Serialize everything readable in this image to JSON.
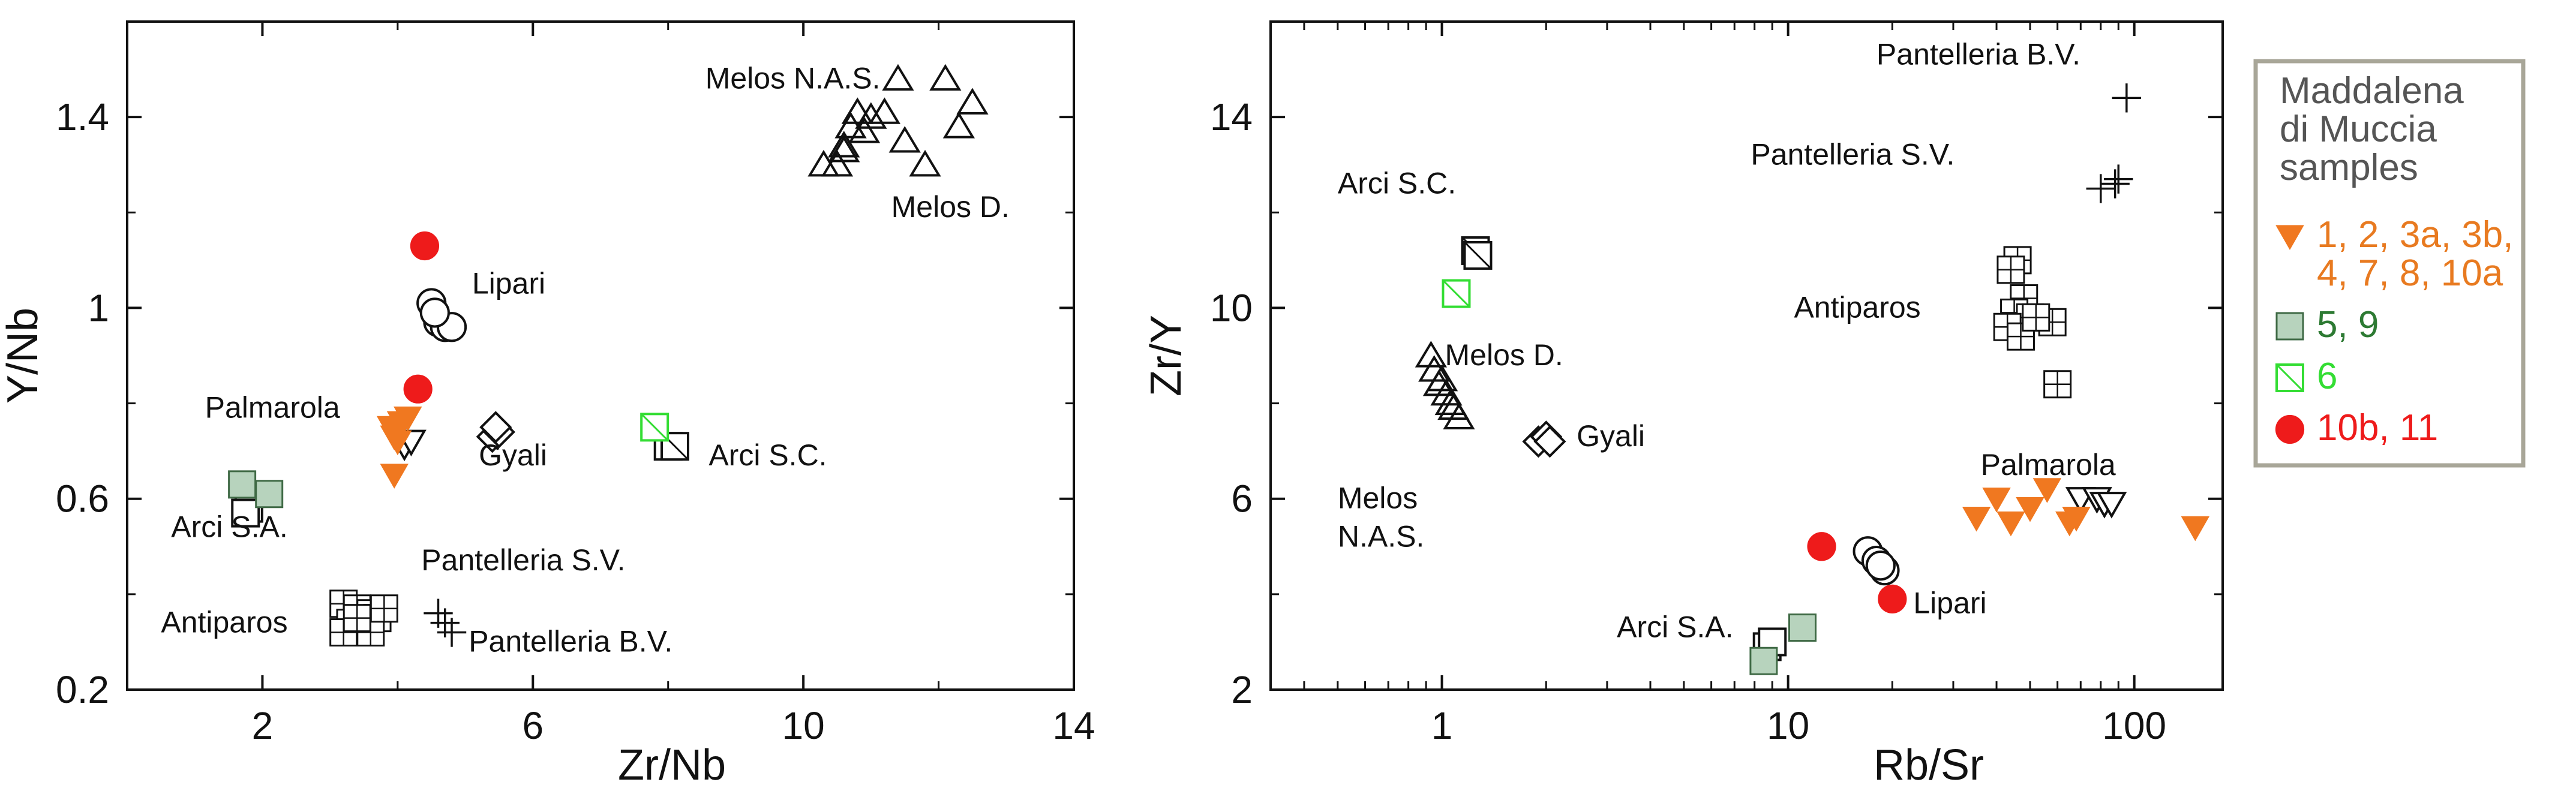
{
  "chart_data": [
    {
      "type": "scatter",
      "xlabel": "Zr/Nb",
      "ylabel": "Y/Nb",
      "x_scale": "linear",
      "y_scale": "linear",
      "xlim": [
        0,
        14
      ],
      "ylim": [
        0.2,
        1.6
      ],
      "xticks": [
        2,
        6,
        10,
        14
      ],
      "yticks": [
        0.2,
        0.6,
        1.0,
        1.4
      ],
      "series": [
        {
          "name": "1, 2, 3a, 3b, 4, 7, 8, 10a",
          "marker": "tri-down-filled",
          "color": "#f07820",
          "points": [
            [
              3.9,
              0.75
            ],
            [
              4.05,
              0.76
            ],
            [
              4.15,
              0.77
            ],
            [
              3.95,
              0.73
            ],
            [
              4.0,
              0.72
            ],
            [
              3.95,
              0.65
            ]
          ]
        },
        {
          "name": "5, 9",
          "marker": "square-filled",
          "color": "#b7d3bd",
          "points": [
            [
              1.7,
              0.63
            ],
            [
              2.1,
              0.61
            ]
          ]
        },
        {
          "name": "6",
          "marker": "square-hatch",
          "color": "#33dd33",
          "points": [
            [
              7.8,
              0.75
            ]
          ]
        },
        {
          "name": "10b, 11",
          "marker": "circle-filled",
          "color": "#ee1b1b",
          "points": [
            [
              4.4,
              1.13
            ],
            [
              4.3,
              0.83
            ]
          ]
        },
        {
          "marker": "triangle-up",
          "color": "#111111",
          "points": [
            [
              10.3,
              1.3
            ],
            [
              10.5,
              1.3
            ],
            [
              10.6,
              1.34
            ],
            [
              10.7,
              1.38
            ],
            [
              10.8,
              1.41
            ],
            [
              11.0,
              1.4
            ],
            [
              11.2,
              1.41
            ],
            [
              11.4,
              1.48
            ],
            [
              11.5,
              1.35
            ],
            [
              11.8,
              1.3
            ],
            [
              12.1,
              1.48
            ],
            [
              12.3,
              1.38
            ],
            [
              12.5,
              1.43
            ],
            [
              10.9,
              1.37
            ],
            [
              10.6,
              1.33
            ]
          ]
        },
        {
          "marker": "circle-open",
          "color": "#111111",
          "points": [
            [
              4.5,
              1.01
            ],
            [
              4.6,
              0.97
            ],
            [
              4.7,
              0.96
            ],
            [
              4.8,
              0.96
            ],
            [
              4.55,
              0.99
            ]
          ]
        },
        {
          "marker": "diamond-open",
          "color": "#111111",
          "points": [
            [
              5.4,
              0.73
            ],
            [
              5.5,
              0.74
            ],
            [
              5.45,
              0.75
            ]
          ]
        },
        {
          "marker": "tri-down-open",
          "color": "#111111",
          "points": [
            [
              4.1,
              0.71
            ],
            [
              4.2,
              0.72
            ]
          ]
        },
        {
          "marker": "square-hatch",
          "color": "#111111",
          "points": [
            [
              8.0,
              0.71
            ],
            [
              8.1,
              0.71
            ]
          ]
        },
        {
          "marker": "square-open",
          "color": "#111111",
          "points": [
            [
              1.8,
              0.58
            ],
            [
              1.75,
              0.57
            ]
          ]
        },
        {
          "marker": "square-grid",
          "color": "#111111",
          "points": [
            [
              3.2,
              0.38
            ],
            [
              3.4,
              0.37
            ],
            [
              3.6,
              0.36
            ],
            [
              3.3,
              0.34
            ],
            [
              3.5,
              0.33
            ],
            [
              3.7,
              0.35
            ],
            [
              3.2,
              0.32
            ],
            [
              3.6,
              0.32
            ],
            [
              3.4,
              0.35
            ],
            [
              3.8,
              0.37
            ]
          ]
        },
        {
          "marker": "plus",
          "color": "#111111",
          "points": [
            [
              4.6,
              0.36
            ],
            [
              4.8,
              0.32
            ],
            [
              4.7,
              0.34
            ]
          ]
        }
      ],
      "annotations": [
        {
          "text": "Melos N.A.S.",
          "x": 8.55,
          "y": 1.46
        },
        {
          "text": "Melos D.",
          "x": 11.3,
          "y": 1.19
        },
        {
          "text": "Lipari",
          "x": 5.1,
          "y": 1.03
        },
        {
          "text": "Palmarola",
          "x": 1.15,
          "y": 0.77
        },
        {
          "text": "Gyali",
          "x": 5.2,
          "y": 0.67
        },
        {
          "text": "Arci S.C.",
          "x": 8.6,
          "y": 0.67
        },
        {
          "text": "Arci S.A.",
          "x": 0.65,
          "y": 0.52
        },
        {
          "text": "Pantelleria S.V.",
          "x": 4.35,
          "y": 0.45
        },
        {
          "text": "Antiparos",
          "x": 0.5,
          "y": 0.32
        },
        {
          "text": "Pantelleria B.V.",
          "x": 5.05,
          "y": 0.28
        }
      ]
    },
    {
      "type": "scatter",
      "xlabel": "Rb/Sr",
      "ylabel": "Zr/Y",
      "x_scale": "log",
      "y_scale": "linear",
      "xlim": [
        0.32,
        180
      ],
      "ylim": [
        2,
        16
      ],
      "xticks": [
        1,
        10,
        100
      ],
      "yticks": [
        2,
        6,
        10,
        14
      ],
      "series": [
        {
          "name": "1, 2, 3a, 3b, 4, 7, 8, 10a",
          "marker": "tri-down-filled",
          "color": "#f07820",
          "points": [
            [
              35,
              5.6
            ],
            [
              40,
              6.0
            ],
            [
              44,
              5.5
            ],
            [
              50,
              5.8
            ],
            [
              56,
              6.2
            ],
            [
              65,
              5.5
            ],
            [
              150,
              5.4
            ],
            [
              68,
              5.6
            ]
          ]
        },
        {
          "name": "5, 9",
          "marker": "square-filled",
          "color": "#b7d3bd",
          "points": [
            [
              8.5,
              2.6
            ],
            [
              11.0,
              3.3
            ]
          ]
        },
        {
          "name": "6",
          "marker": "square-hatch",
          "color": "#33dd33",
          "points": [
            [
              1.1,
              10.3
            ]
          ]
        },
        {
          "name": "10b, 11",
          "marker": "circle-filled",
          "color": "#ee1b1b",
          "points": [
            [
              12.5,
              5.0
            ],
            [
              20,
              3.9
            ]
          ]
        },
        {
          "marker": "triangle-up",
          "color": "#111111",
          "points": [
            [
              0.93,
              9.0
            ],
            [
              0.95,
              8.7
            ],
            [
              1.0,
              8.5
            ],
            [
              1.03,
              8.2
            ],
            [
              1.08,
              7.9
            ],
            [
              1.12,
              7.7
            ],
            [
              1.06,
              8.0
            ],
            [
              0.98,
              8.4
            ]
          ]
        },
        {
          "marker": "circle-open",
          "color": "#111111",
          "points": [
            [
              17,
              4.9
            ],
            [
              18,
              4.7
            ],
            [
              19,
              4.5
            ],
            [
              18.5,
              4.6
            ]
          ]
        },
        {
          "marker": "diamond-open",
          "color": "#111111",
          "points": [
            [
              1.9,
              7.2
            ],
            [
              2.0,
              7.3
            ],
            [
              2.05,
              7.2
            ]
          ]
        },
        {
          "marker": "tri-down-open",
          "color": "#111111",
          "points": [
            [
              70,
              6.0
            ],
            [
              78,
              6.0
            ],
            [
              82,
              5.9
            ],
            [
              86,
              5.9
            ]
          ]
        },
        {
          "marker": "square-hatch",
          "color": "#111111",
          "points": [
            [
              1.25,
              11.2
            ],
            [
              1.27,
              11.1
            ]
          ]
        },
        {
          "marker": "square-open",
          "color": "#111111",
          "points": [
            [
              8.7,
              2.9
            ],
            [
              9.0,
              3.0
            ]
          ]
        },
        {
          "marker": "square-grid",
          "color": "#111111",
          "points": [
            [
              46,
              11.0
            ],
            [
              44,
              10.8
            ],
            [
              48,
              10.2
            ],
            [
              45,
              9.9
            ],
            [
              50,
              9.8
            ],
            [
              58,
              9.7
            ],
            [
              43,
              9.6
            ],
            [
              47,
              9.4
            ],
            [
              60,
              8.4
            ],
            [
              52,
              9.8
            ]
          ]
        },
        {
          "marker": "plus",
          "color": "#111111",
          "points": [
            [
              95,
              14.4
            ],
            [
              80,
              12.5
            ],
            [
              90,
              12.7
            ],
            [
              88,
              12.6
            ]
          ]
        }
      ],
      "annotations": [
        {
          "text": "Pantelleria B.V.",
          "x": 18,
          "y": 15.1
        },
        {
          "text": "Pantelleria S.V.",
          "x": 7.8,
          "y": 13.0
        },
        {
          "text": "Arci S.C.",
          "x": 0.5,
          "y": 12.4
        },
        {
          "text": "Melos D.",
          "x": 1.02,
          "y": 8.8
        },
        {
          "text": "Antiparos",
          "x": 10.4,
          "y": 9.8
        },
        {
          "text": "Melos",
          "x": 0.5,
          "y": 5.8
        },
        {
          "text": "N.A.S.",
          "x": 0.5,
          "y": 5.0
        },
        {
          "text": "Gyali",
          "x": 2.45,
          "y": 7.1
        },
        {
          "text": "Palmarola",
          "x": 36,
          "y": 6.5
        },
        {
          "text": "Arci S.A.",
          "x": 3.2,
          "y": 3.1
        },
        {
          "text": "Lipari",
          "x": 23,
          "y": 3.6
        }
      ]
    }
  ],
  "legend": {
    "title_lines": [
      "Maddalena",
      "di Muccia",
      "samples"
    ],
    "title_color": "#555555",
    "entries": [
      {
        "marker": "tri-down-filled",
        "color": "#f07820",
        "text_color": "#e87a20",
        "lines": [
          "1, 2, 3a, 3b,",
          "4, 7, 8, 10a"
        ]
      },
      {
        "marker": "square-filled",
        "color": "#b7d3bd",
        "text_color": "#2d7a33",
        "lines": [
          "5, 9"
        ]
      },
      {
        "marker": "square-hatch",
        "color": "#33dd33",
        "text_color": "#33dd33",
        "lines": [
          "6"
        ]
      },
      {
        "marker": "circle-filled",
        "color": "#ee1b1b",
        "text_color": "#ee1b1b",
        "lines": [
          "10b, 11"
        ]
      }
    ]
  }
}
